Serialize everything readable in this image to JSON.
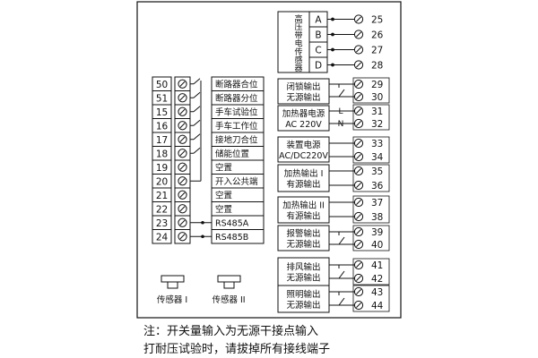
{
  "left_terminals": [
    {
      "num": "50",
      "label": "断路器合位"
    },
    {
      "num": "51",
      "label": "断路器分位"
    },
    {
      "num": "15",
      "label": "手车试验位"
    },
    {
      "num": "16",
      "label": "手车工作位"
    },
    {
      "num": "17",
      "label": "接地刀合位"
    },
    {
      "num": "18",
      "label": "储能位置"
    },
    {
      "num": "19",
      "label": "空置"
    },
    {
      "num": "20",
      "label": "开入公共端"
    },
    {
      "num": "21",
      "label": "空置"
    },
    {
      "num": "22",
      "label": "空置"
    },
    {
      "num": "23",
      "label": "RS485A"
    },
    {
      "num": "24",
      "label": "RS485B"
    }
  ],
  "hv_sensor": {
    "title_chars": [
      "高",
      "压",
      "带",
      "电",
      "传",
      "感",
      "器"
    ],
    "phases": [
      "A",
      "B",
      "C",
      "D"
    ],
    "terminals": [
      "25",
      "26",
      "27",
      "28"
    ]
  },
  "right_groups": [
    {
      "lines": [
        "闭锁输出",
        "无源输出"
      ],
      "terminals": [
        "29",
        "30"
      ]
    },
    {
      "lines": [
        "加热器电源",
        "AC 220V"
      ],
      "terminals": [
        "31",
        "32"
      ]
    },
    {
      "lines": [
        "装置电源",
        "AC/DC220V"
      ],
      "terminals": [
        "33",
        "34"
      ]
    },
    {
      "lines": [
        "加热输出 I",
        "有源输出"
      ],
      "terminals": [
        "35",
        "36"
      ]
    },
    {
      "lines": [
        "加热输出 II",
        "有源输出"
      ],
      "terminals": [
        "37",
        "38"
      ]
    },
    {
      "lines": [
        "报警输出",
        "无源输出"
      ],
      "terminals": [
        "39",
        "40"
      ]
    },
    {
      "lines": [
        "排风输出",
        "无源输出"
      ],
      "terminals": [
        "41",
        "42"
      ]
    },
    {
      "lines": [
        "照明输出",
        "无源输出"
      ],
      "terminals": [
        "43",
        "44"
      ]
    }
  ],
  "sensors": [
    "传感器 I",
    "传感器 II"
  ],
  "pin_marks": {
    "L": "L",
    "N": "N"
  },
  "notes": [
    "注：开关量输入为无源干接点输入",
    "打耐压试验时，请拔掉所有接线端子"
  ]
}
